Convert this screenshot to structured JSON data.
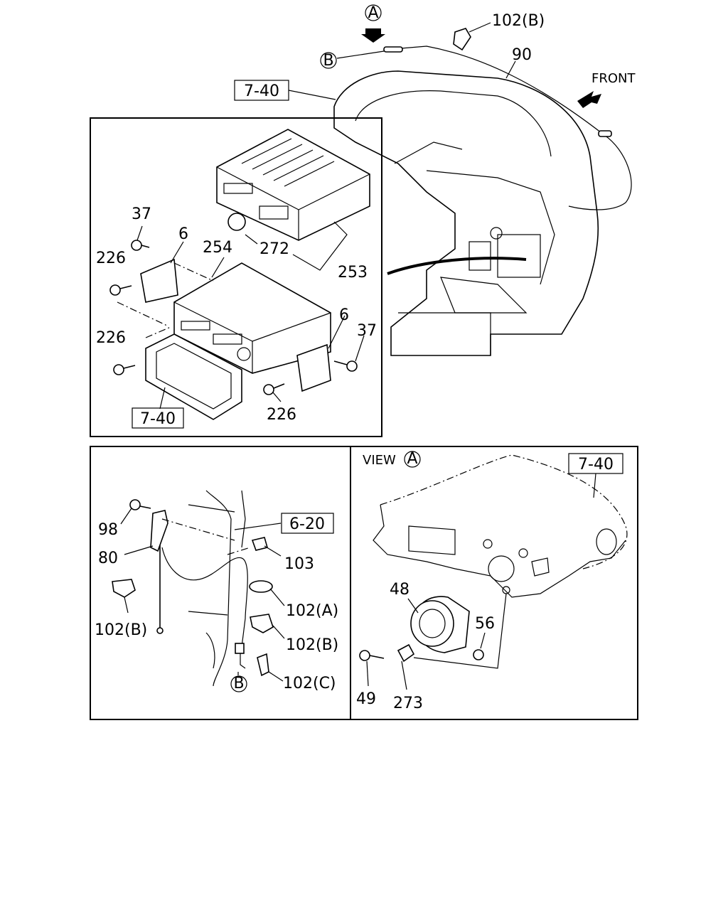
{
  "top_labels": {
    "view_a_marker": "A",
    "clip_top": "102(B)",
    "antenna_cable": "90",
    "front_text": "FRONT",
    "cable_b_marker": "B",
    "dash_ref": "7-40"
  },
  "radio_panel": {
    "screw_tl": "37",
    "bracket_l": "6",
    "bolt_l1": "226",
    "radio_unit": "254",
    "knob": "272",
    "deck": "253",
    "bolt_l2": "226",
    "bracket_r": "6",
    "screw_r": "37",
    "bolt_b": "226",
    "trim_ref": "7-40"
  },
  "antenna_panel": {
    "bolt": "98",
    "antenna": "80",
    "clip_l": "102(B)",
    "body_ref": "6-20",
    "grommet": "103",
    "clip_a": "102(A)",
    "clip_b": "102(B)",
    "clip_c": "102(C)",
    "cable_b_marker": "B"
  },
  "view_panel": {
    "view_text": "VIEW",
    "view_marker": "A",
    "dash_ref": "7-40",
    "speaker": "48",
    "nut": "56",
    "screw": "49",
    "bracket": "273"
  }
}
